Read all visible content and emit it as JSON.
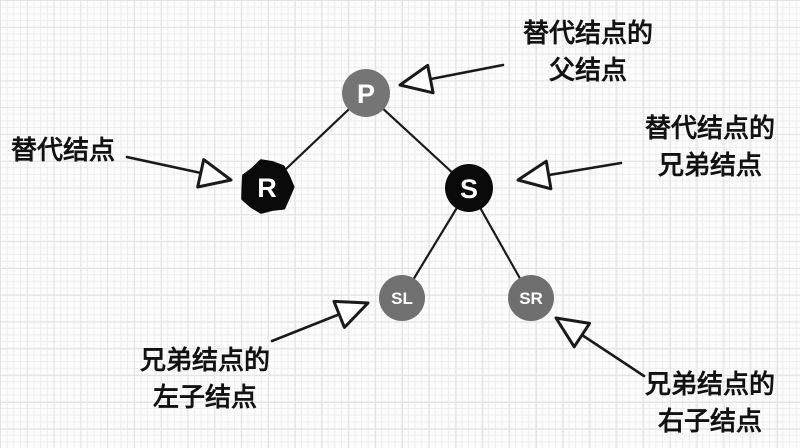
{
  "diagram": {
    "title": "binary-tree-node-roles",
    "nodes": {
      "p": {
        "label": "P",
        "color": "#757575"
      },
      "r": {
        "label": "R",
        "color": "#0a0a0a"
      },
      "s": {
        "label": "S",
        "color": "#0a0a0a"
      },
      "sl": {
        "label": "SL",
        "color": "#717171"
      },
      "sr": {
        "label": "SR",
        "color": "#6f6f6f"
      }
    },
    "annotations": {
      "parent": {
        "lines": [
          "替代结点的",
          "父结点"
        ]
      },
      "replacement": {
        "lines": [
          "替代结点"
        ]
      },
      "sibling": {
        "lines": [
          "替代结点的",
          "兄弟结点"
        ]
      },
      "sibling_left_child": {
        "lines": [
          "兄弟结点的",
          "左子结点"
        ]
      },
      "sibling_right_child": {
        "lines": [
          "兄弟结点的",
          "右子结点"
        ]
      }
    },
    "colors": {
      "line": "#1a1a1a",
      "background": "#fcfcfc",
      "grid_line": "#ededed",
      "node_text": "#ffffff"
    }
  }
}
